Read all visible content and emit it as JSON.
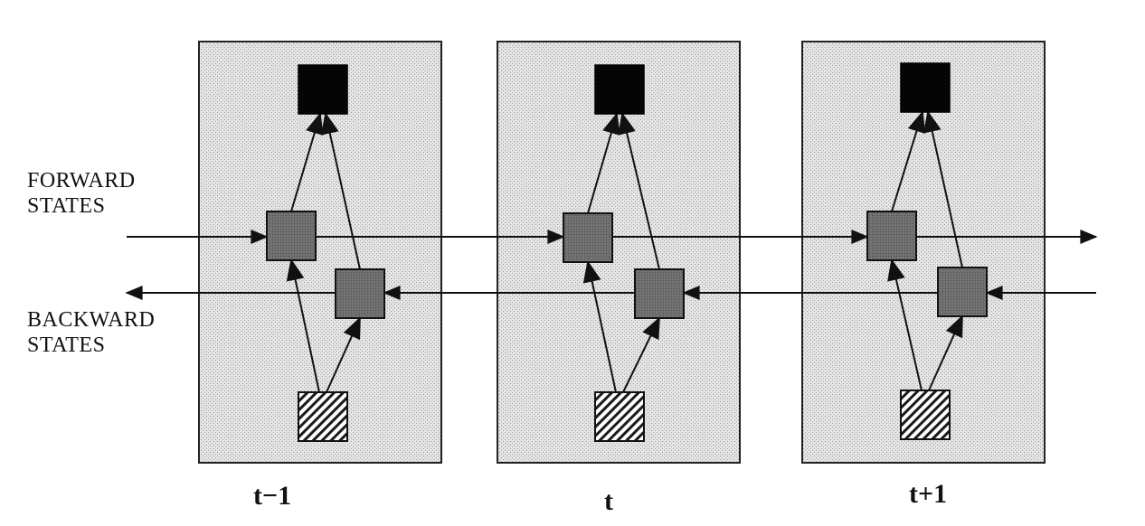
{
  "labels": {
    "forward_line1": "FORWARD",
    "forward_line2": "STATES",
    "backward_line1": "BACKWARD",
    "backward_line2": "STATES"
  },
  "time_steps": [
    "t−1",
    "t",
    "t+1"
  ],
  "colors": {
    "panel_fill": "#dcdcdc",
    "panel_stroke": "#222222",
    "output_node": "#050505",
    "state_node": "#6f6f6f",
    "input_node_hatch": "#1a1a1a",
    "line": "#111111"
  },
  "node_roles": [
    "output",
    "forward-state",
    "backward-state",
    "input"
  ]
}
